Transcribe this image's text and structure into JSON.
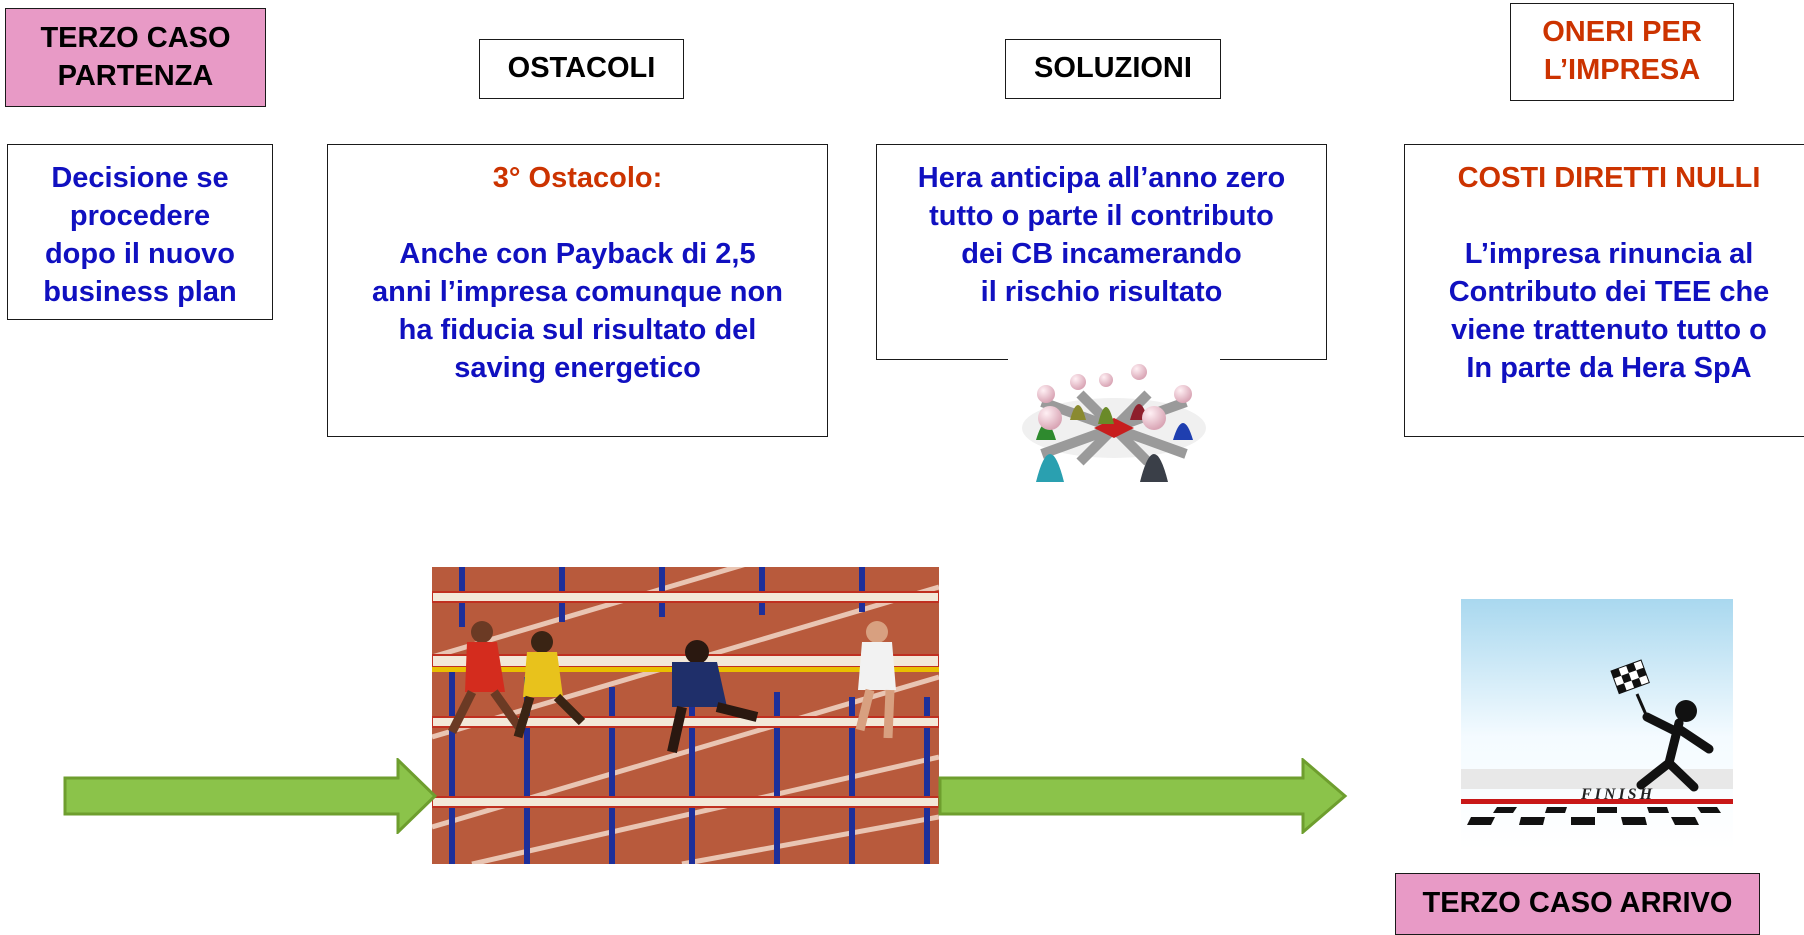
{
  "headers": {
    "start": [
      "TERZO CASO",
      "PARTENZA"
    ],
    "obstacles": "OSTACOLI",
    "solutions": "SOLUZIONI",
    "burdens": [
      "ONERI PER",
      "L’IMPRESA"
    ],
    "finish": "TERZO CASO ARRIVO"
  },
  "start_text": [
    "Decisione se",
    "procedere",
    "dopo il nuovo",
    "business plan"
  ],
  "obstacle": {
    "title": "3° Ostacolo:",
    "lines": [
      "Anche con Payback  di 2,5",
      "anni l’impresa comunque non",
      "ha fiducia sul risultato del",
      "saving energetico"
    ]
  },
  "solution_lines": [
    "Hera anticipa all’anno zero",
    "tutto o parte il contributo",
    "dei CB incamerando",
    "il rischio risultato"
  ],
  "burden": {
    "title": "COSTI DIRETTI NULLI",
    "lines": [
      "L’impresa rinuncia al",
      "Contributo dei TEE che",
      "viene trattenuto tutto o",
      "In parte da Hera SpA"
    ]
  },
  "finish_sign": "FINISH",
  "colors": {
    "pink_header": "#e89ac6",
    "blue_text": "#1010c0",
    "red_text": "#cc3300",
    "arrow_green": "#8bc34a"
  },
  "icons": [
    "people-network-icon",
    "hurdles-race-photo",
    "finish-line-icon"
  ]
}
